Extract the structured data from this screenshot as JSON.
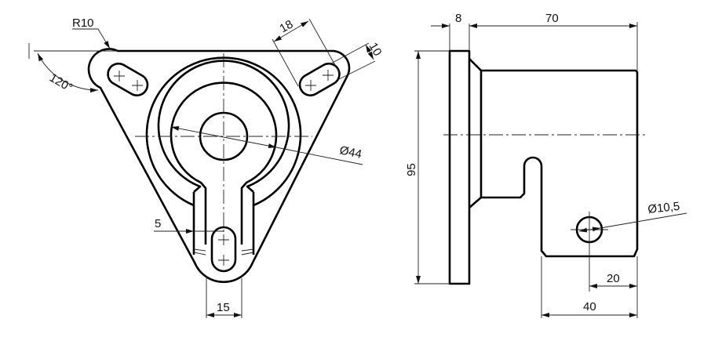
{
  "front_view": {
    "dims": {
      "radius": "R10",
      "angle": "120°",
      "slot_length": "18",
      "slot_width": "10",
      "diameter": "Ø44",
      "offset": "5",
      "stem_width": "15"
    }
  },
  "side_view": {
    "dims": {
      "flange_thickness": "8",
      "length": "70",
      "height": "95",
      "hole_diameter": "Ø10,5",
      "hole_offset": "20",
      "tab_width": "40"
    }
  },
  "colors": {
    "line": "#000000",
    "background": "#ffffff"
  }
}
